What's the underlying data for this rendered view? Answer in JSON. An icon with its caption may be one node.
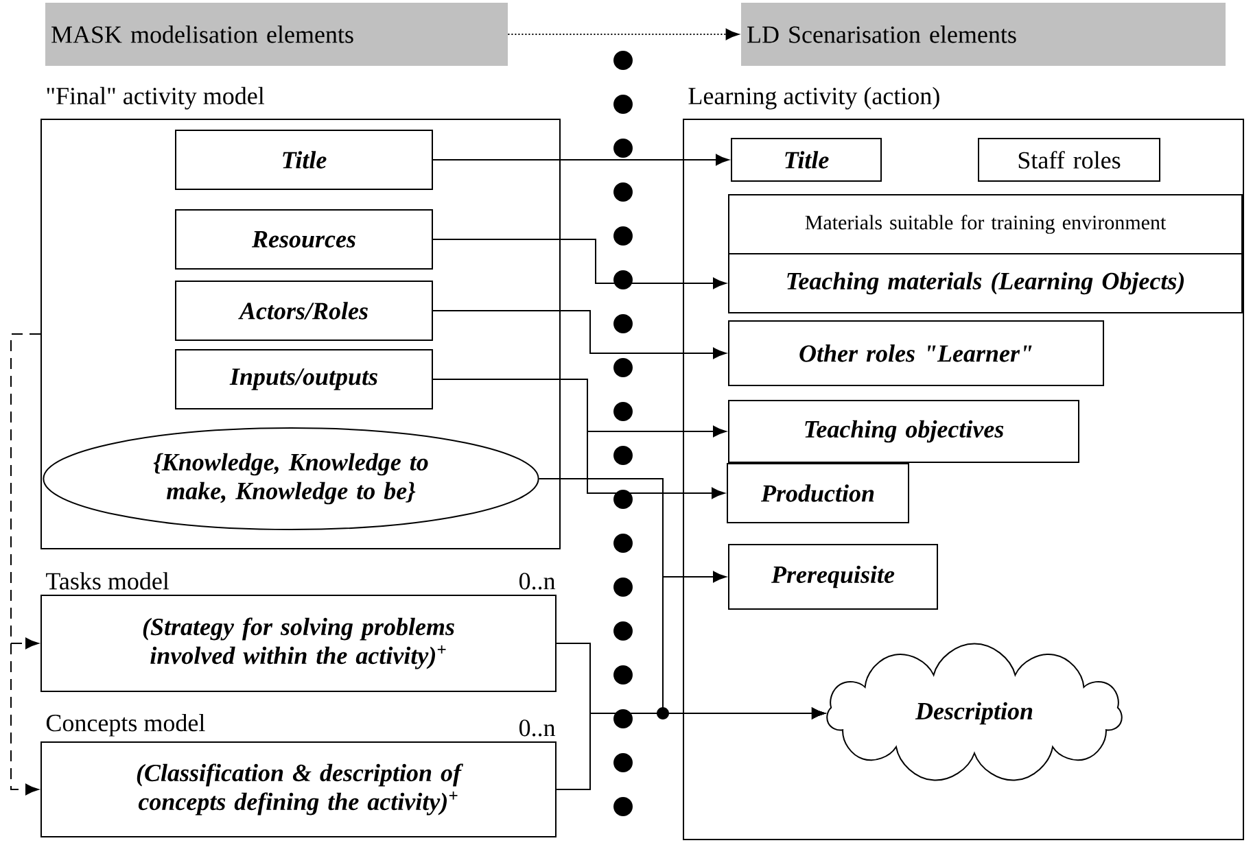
{
  "diagram": {
    "nodes": [
      {
        "text": [
          "MASK modelisation elements"
        ]
      },
      {
        "text": [
          "LD Scenarisation elements"
        ]
      },
      {
        "text": [
          "\"Final\" activity model"
        ]
      },
      {
        "text": [
          "Title"
        ],
        "in": 2
      },
      {
        "text": [
          "Resources"
        ],
        "in": 2
      },
      {
        "text": [
          "Actors/Roles"
        ],
        "in": 2
      },
      {
        "text": [
          "Inputs/outputs"
        ],
        "in": 2
      },
      {
        "text": [
          "{Knowledge, Knowledge to make, Knowledge to be}"
        ],
        "in": 2
      },
      {
        "text": [
          "Tasks model",
          "0..n",
          "(Strategy for solving problems involved within the activity)$^{+}$"
        ]
      },
      {
        "text": [
          "Concepts model",
          "0..n",
          "(Classification & description of concepts defining the activity)$^{+}$"
        ]
      },
      {
        "text": [
          "Learning activity (action)"
        ]
      },
      {
        "text": [
          "Title"
        ],
        "in": 10
      },
      {
        "text": [
          "Staff roles"
        ],
        "in": 10
      },
      {
        "text": [
          "Materials suitable for training environment"
        ],
        "in": 10
      },
      {
        "text": [
          "Teaching materials (Learning Objects)"
        ],
        "in": 10
      },
      {
        "text": [
          "Other roles \"Learner\""
        ],
        "in": 10
      },
      {
        "text": [
          "Teaching objectives"
        ],
        "in": 10
      },
      {
        "text": [
          "Production"
        ],
        "in": 10
      },
      {
        "text": [
          "Prerequisite"
        ],
        "in": 10
      },
      {
        "text": [
          "Description"
        ],
        "in": 10
      }
    ],
    "edges": [
      {
        "from": 0,
        "to": 1,
        "arrow": "to",
        "style": "dashed"
      },
      {
        "from": 3,
        "to": 11,
        "arrow": "to"
      },
      {
        "from": 4,
        "to": 14,
        "arrow": "to"
      },
      {
        "from": 5,
        "to": 15,
        "arrow": "to"
      },
      {
        "from": 6,
        "to": 16,
        "arrow": "to"
      },
      {
        "from": 6,
        "to": 17,
        "arrow": "to"
      },
      {
        "from": 7,
        "to": 18,
        "arrow": "to"
      },
      {
        "from": 7,
        "to": 19,
        "arrow": "to"
      },
      {
        "from": 8,
        "to": 19,
        "arrow": "to"
      },
      {
        "from": 9,
        "to": 19,
        "arrow": "to"
      },
      {
        "from": 2,
        "to": 8,
        "arrow": "to",
        "style": "dashed"
      },
      {
        "from": 2,
        "to": 9,
        "arrow": "to",
        "style": "dashed"
      }
    ]
  }
}
